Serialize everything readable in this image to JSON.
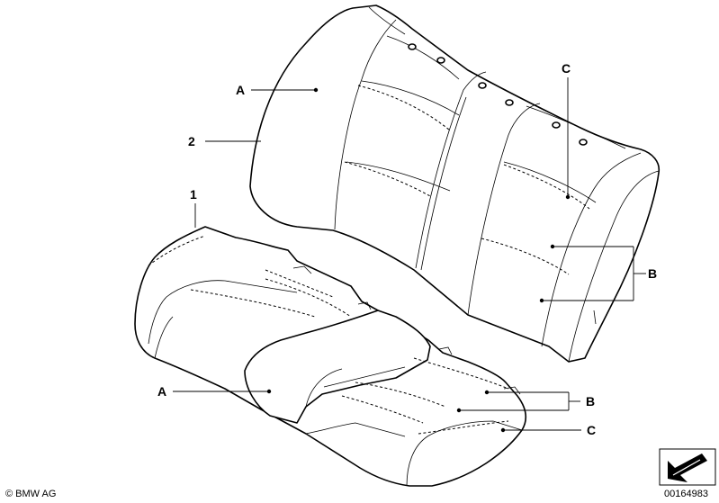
{
  "labels": {
    "a_backrest": "A",
    "two": "2",
    "c_backrest": "C",
    "one": "1",
    "b_backrest": "B",
    "a_cushion": "A",
    "b_cushion": "B",
    "c_cushion": "C"
  },
  "footer": {
    "copyright": "© BMW AG",
    "part_number": "00164983"
  },
  "icon": "view-direction-arrow-icon"
}
